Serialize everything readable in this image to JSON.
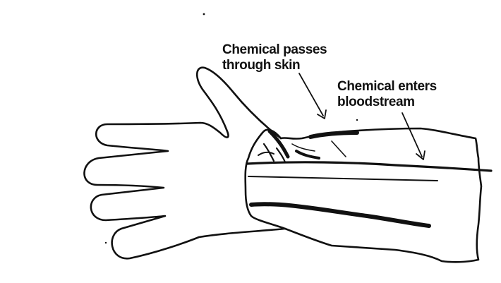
{
  "labels": {
    "skin": {
      "line1": "Chemical passes",
      "line2": "through skin"
    },
    "bloodstream": {
      "line1": "Chemical enters",
      "line2": "bloodstream"
    }
  },
  "colors": {
    "ink": "#111111",
    "background": "#ffffff"
  }
}
